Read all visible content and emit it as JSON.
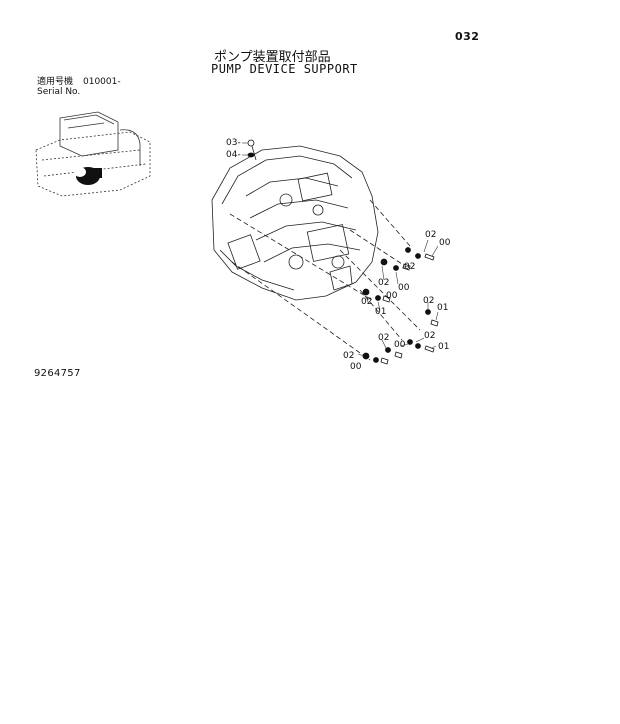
{
  "header": {
    "page_number": "032",
    "title_jp": "ポンプ装置取付部品",
    "title_en": "PUMP DEVICE SUPPORT"
  },
  "serial": {
    "label_jp": "適用号機",
    "label_en": "Serial No.",
    "value": "010001-"
  },
  "drawing_number": "9264757",
  "callouts": [
    {
      "id": "c03",
      "text": "03-"
    },
    {
      "id": "c04",
      "text": "04-"
    },
    {
      "id": "c02a",
      "text": "02"
    },
    {
      "id": "c00a",
      "text": "00"
    },
    {
      "id": "c02b",
      "text": "02"
    },
    {
      "id": "c00b",
      "text": "00"
    },
    {
      "id": "c02c",
      "text": "02"
    },
    {
      "id": "c00c",
      "text": "00"
    },
    {
      "id": "c02d",
      "text": "02"
    },
    {
      "id": "c01a",
      "text": "01"
    },
    {
      "id": "c02e",
      "text": "02"
    },
    {
      "id": "c01b",
      "text": "01"
    },
    {
      "id": "c02f",
      "text": "02"
    },
    {
      "id": "c02g",
      "text": "02"
    },
    {
      "id": "c00d",
      "text": "00"
    },
    {
      "id": "c00e",
      "text": "00"
    },
    {
      "id": "c02h",
      "text": "02"
    },
    {
      "id": "c01c",
      "text": "01"
    }
  ]
}
